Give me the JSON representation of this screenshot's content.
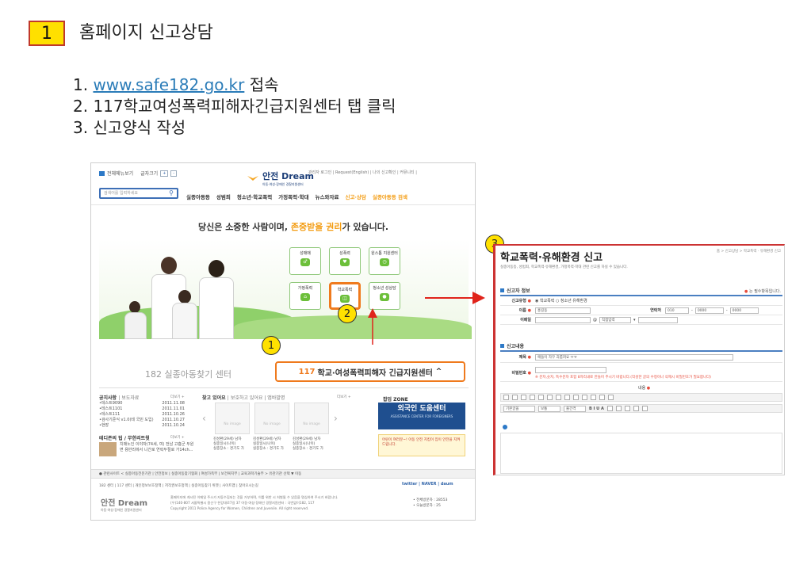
{
  "slide": {
    "number": "1",
    "title": "홈페이지 신고상담",
    "steps": [
      {
        "num": "1.",
        "link": "www.safe182.go.kr",
        "text": " 접속"
      },
      {
        "num": "2.",
        "text": "117학교여성폭력피해자긴급지원센터 탭 클릭"
      },
      {
        "num": "3.",
        "text": "신고양식 작성"
      }
    ]
  },
  "callouts": [
    "1",
    "2",
    "3"
  ],
  "site": {
    "top_left": {
      "label": "전체메뉴보기",
      "font_size": "글자크기",
      "btns": [
        "+",
        "-"
      ]
    },
    "logo": {
      "name": "안전 Dream",
      "sub": "아동·여성·장애인 경찰지원센터"
    },
    "top_right": "관리자 로그인 | Request(English) | 나의 신고확인 | 커뮤니티 |",
    "search_placeholder": "검색어를 입력하세요",
    "nav": [
      "실종아동등",
      "성범죄",
      "청소년·학교폭력",
      "가정폭력·학대",
      "뉴스와자료",
      "신고·상담",
      "실종아동등 검색"
    ],
    "slogan": {
      "a": "당신은 소중한 사람이며,",
      "b": "존중받을 권리",
      "c": "가 있습니다."
    },
    "tiles": [
      {
        "label": "성매매"
      },
      {
        "label": "성폭력"
      },
      {
        "label": "원스톱 지원센터"
      },
      {
        "label": "가정폭력"
      },
      {
        "label": "학교폭력"
      },
      {
        "label": "청소년 성상담"
      }
    ],
    "center_left": "182 실종아동찾기 센터",
    "center_117": {
      "a": "117",
      "b": "학교·여성폭력피해자 긴급지원센터",
      "chev": "^"
    },
    "notice": {
      "title": "공지사항",
      "tab": "보도자료",
      "more": "더보기 +",
      "items": [
        {
          "t": "•테스트9090",
          "d": "2011.11.08"
        },
        {
          "t": "•테스트1101",
          "d": "2011.11.01"
        },
        {
          "t": "•테스트111",
          "d": "2011.10.26"
        },
        {
          "t": "•검사기준식 v1.0(테 국민 도입)",
          "d": "2011.10.27"
        },
        {
          "t": "•현장",
          "d": "2011.10.24"
        }
      ]
    },
    "tip": {
      "title": "테디존의 팁 / 무한리트윗",
      "more": "더보기 +",
      "text1": "치매노인 이야자(74세, 여) 전남 고흥군 두원",
      "text2": "면 용반리에서 니간로 연락두절로 가14ch..."
    },
    "missing": {
      "title": "찾고 있어요",
      "tabs": "보호하고 있어요 | 앱바발명",
      "more": "더보기 +",
      "no_image": "No image",
      "captions": [
        {
          "a": "김성환(29세) 남자",
          "b": "실종일시(나이)",
          "c": "실종장소 : 경기도 가"
        },
        {
          "a": "김성환(29세) 남자",
          "b": "실종일시(나이)",
          "c": "실종장소 : 경기도 가"
        },
        {
          "a": "김성환(29세) 남자",
          "b": "실종일시(나이)",
          "c": "실종장소 : 경기도 가"
        }
      ]
    },
    "zone": {
      "title": "팝업 ZONE",
      "foreign": "외국인 도움센터",
      "foreign_en": "ASSISTANCE CENTER FOR FOREIGNERS",
      "kids": "어린이 여러분~! 아동 안전 지킴이 집이 안전을 지켜 드립니다."
    },
    "footer_bar": "● 관련사이트 < 실종아동전문기관 | 안전정보 | 실종아동찾기협회 | 여성가족부 | 보건복지부 | 교육과학기술부 > 유관기관 선택 ▼ 이동",
    "footer_links": "182 센터 | 117 센터 | 개인정보보호정책 | 저작권보호정책 | 실종아동찾기 위젯 | 사이트맵 | 찾아오시는길",
    "footer_partners": "twitter | NAVER | daum",
    "footer_logo": {
      "name": "안전 Dream",
      "sub": "아동·여성·장애인 경찰지원센터"
    },
    "footer_addr": [
      "홈페이지에 게시된 이메일 주소가 자동수집되는 것을 거부하며, 이를 위반 시 처벌될 수 있음을 명심하여 주시기 바랍니다.",
      "(우)140-807 서울특별시 용산구 한강대로7길 37 아동·여성·장애인 경찰지원센터 : 국번없이182, 117",
      "Copyright 2011 Police Agency for Women, Children and Juvenile. All right reserved."
    ],
    "footer_count": [
      "• 전체방문자 : 28553",
      "• 오늘방문자 : 25"
    ]
  },
  "form": {
    "title": "학교폭력·유해환경 신고",
    "crumb": "홈 > 신고상담 > 학교폭력 · 유해환경 신고",
    "desc": "실종아동등, 성범죄, 학교폭력·유해환경, 가정폭력·학대 관련 신고를 하실 수 있습니다.",
    "reporter_section": "신고자 정보",
    "required_note": "는 필수항목입니다.",
    "fields": {
      "type_label": "신고유형",
      "type_value": "◉ 학교폭력  ○ 청소년 유해환경",
      "name_label": "이름",
      "name_value": "홍길동",
      "phone_label": "연락처",
      "phone_values": [
        "010",
        "0000",
        "0000"
      ],
      "email_label": "이메일",
      "email_domain": "직접입력"
    },
    "content_section": "신고내용",
    "subject_label": "제목",
    "subject_value": "애들이 자꾸 괴롭혀요 ㅠㅠ",
    "password_label": "비밀번호",
    "password_note": "※ 문자,숫자, 특수문자 포함 8자리내로 만들어 주시기 바랍니다.(작성한 글의 수정이나 삭제시 비밀번호가 필요합니다)",
    "content_label": "내용",
    "toolbar_font": "기본글꼴",
    "toolbar_size": "보통",
    "toolbar_spacing": "줄간격",
    "toolbar_format": "B I U A"
  }
}
